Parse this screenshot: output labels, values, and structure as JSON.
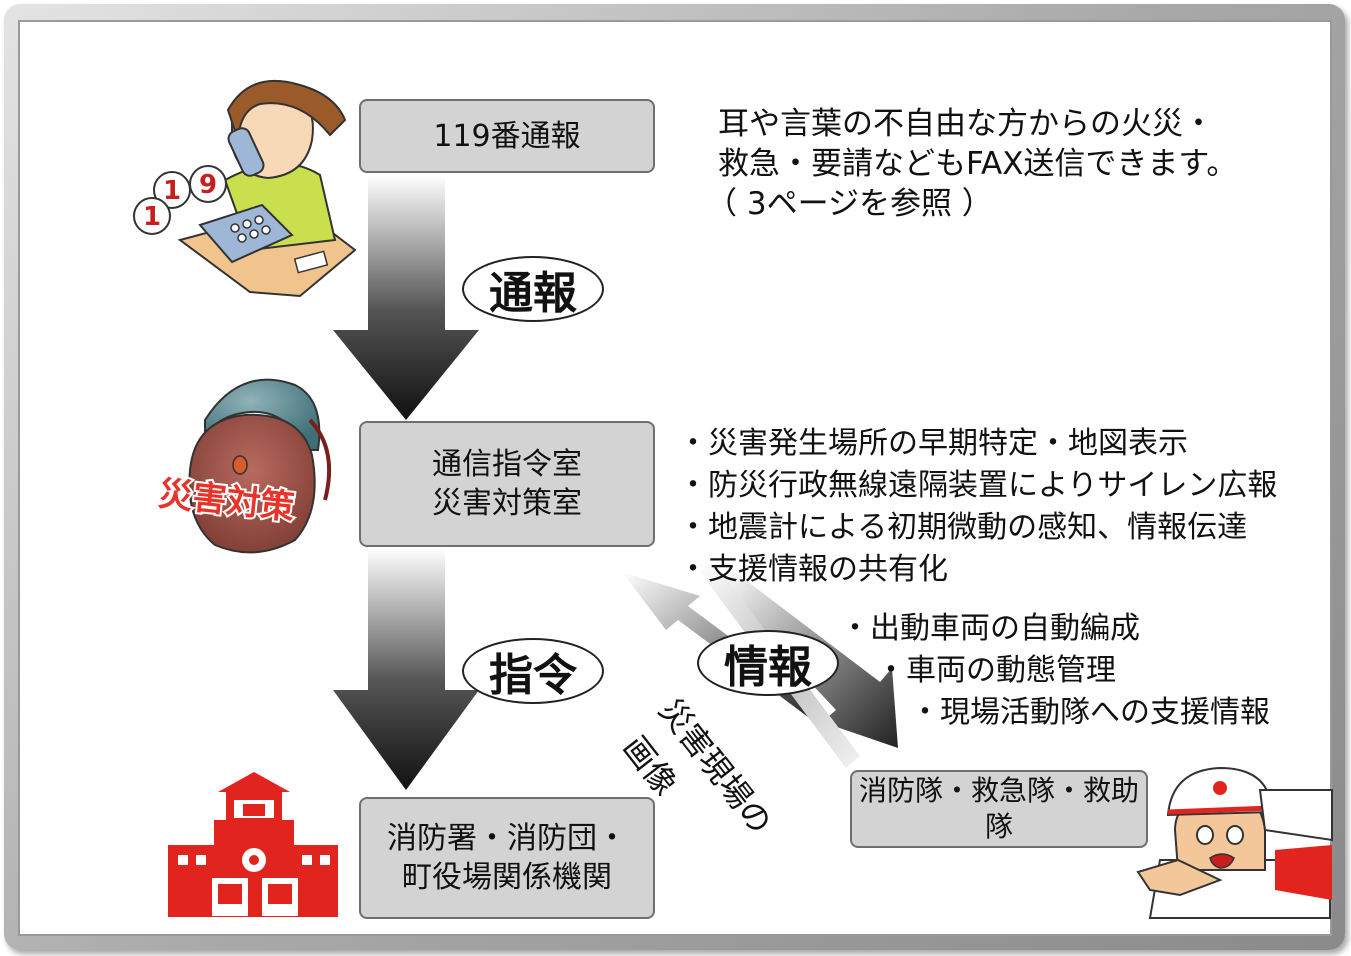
{
  "nodes": {
    "call": "119番通報",
    "command_room_line1": "通信指令室",
    "command_room_line2": "災害対策室",
    "fire_station_line1": "消防署・消防団・",
    "fire_station_line2": "町役場関係機関",
    "units": "消防隊・救急隊・救助隊"
  },
  "labels": {
    "report": "通報",
    "command": "指令",
    "info": "情報",
    "disaster_image_line1": "災害現場の",
    "disaster_image_line2": "画像"
  },
  "fax_note": {
    "line1": "耳や言葉の不自由な方からの火災・",
    "line2": "救急・要請などもFAX送信できます。",
    "line3": "（ 3ページを参照 ）"
  },
  "command_features": [
    "・災害発生場所の早期特定・地図表示",
    "・防災行政無線遠隔装置によりサイレン広報",
    "・地震計による初期微動の感知、情報伝達",
    "・支援情報の共有化"
  ],
  "unit_features": [
    "・出動車両の自動編成",
    "・車両の動態管理",
    "・現場活動隊への支援情報"
  ],
  "illustrations": {
    "caller": "woman-on-phone-icon",
    "hood_text": "災害対策",
    "station": "fire-station-icon",
    "firefighter": "firefighter-icon",
    "phone_digits": [
      "1",
      "1",
      "9"
    ]
  }
}
